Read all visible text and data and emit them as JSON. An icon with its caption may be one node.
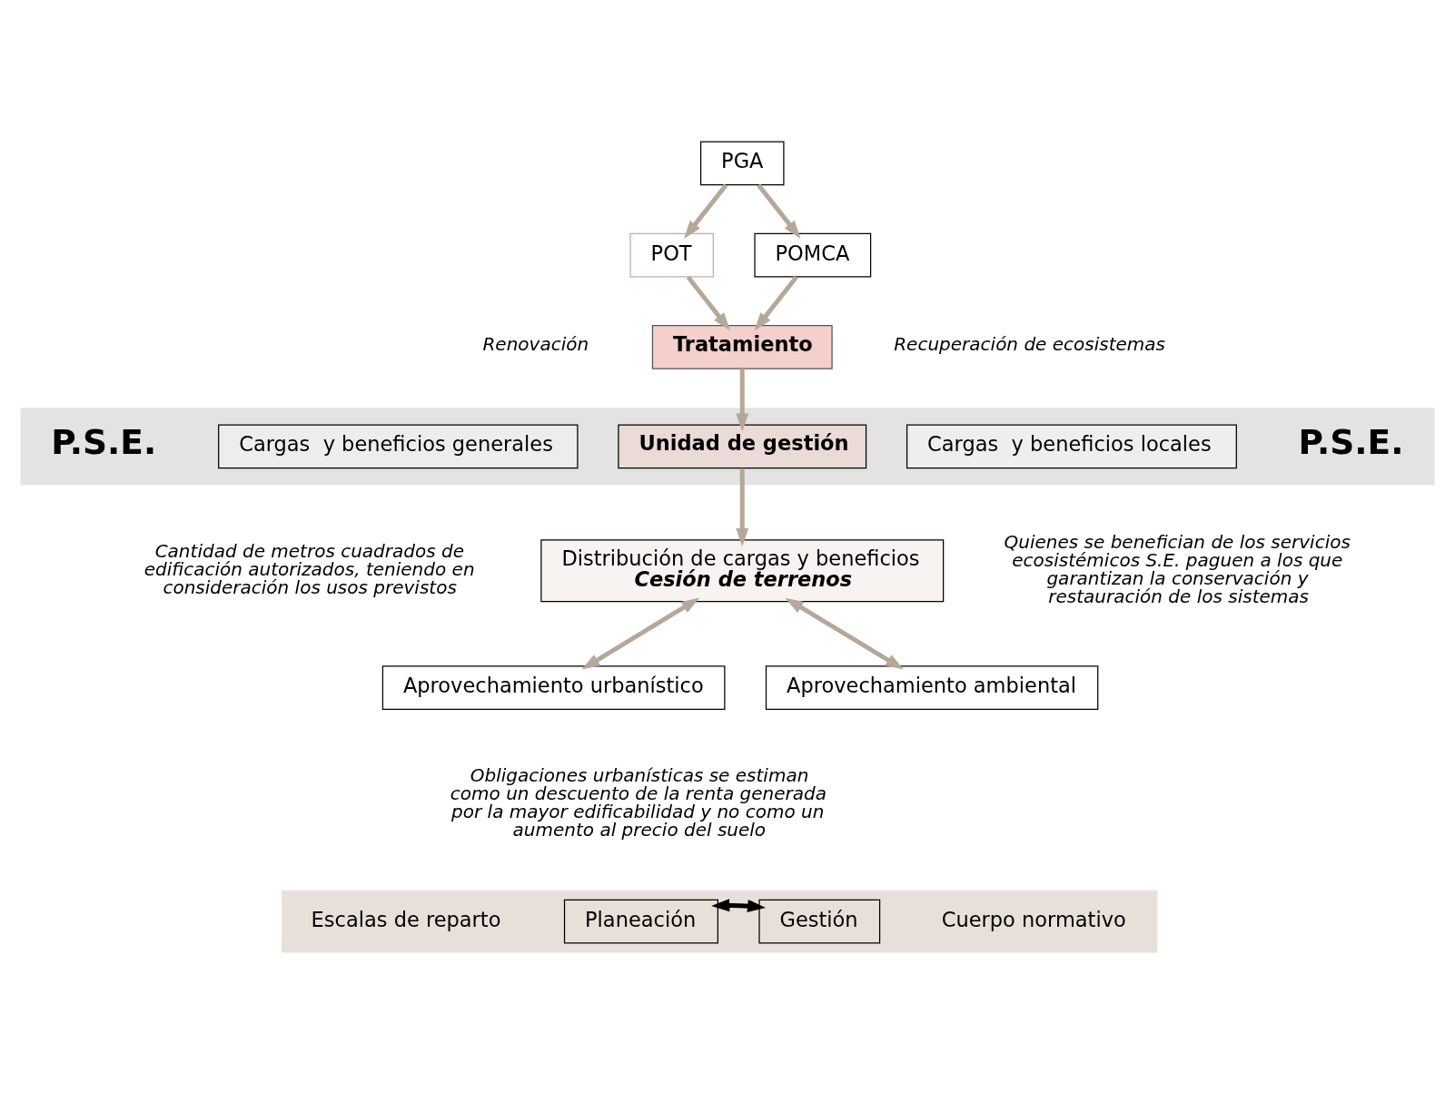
{
  "diagram": {
    "nodes": [
      {
        "text": [
          "PGA"
        ]
      },
      {
        "text": [
          "POT"
        ]
      },
      {
        "text": [
          "POMCA"
        ]
      },
      {
        "text": [
          "Tratamiento"
        ]
      },
      {
        "text": [
          "P.S.E.",
          "P.S.E."
        ]
      },
      {
        "text": [
          "Cargas  y beneficios generales"
        ],
        "in": 4
      },
      {
        "text": [
          "Unidad de gestión"
        ],
        "in": 4
      },
      {
        "text": [
          "Cargas  y beneficios locales"
        ],
        "in": 4
      },
      {
        "text": [
          "Distribución de cargas y beneficios",
          "Cesión de terrenos"
        ]
      },
      {
        "text": [
          "Aprovechamiento urbanístico"
        ]
      },
      {
        "text": [
          "Aprovechamiento ambiental"
        ]
      },
      {
        "text": [
          "Escalas de reparto",
          "Cuerpo normativo"
        ]
      },
      {
        "text": [
          "Planeación"
        ],
        "in": 11
      },
      {
        "text": [
          "Gestión"
        ],
        "in": 11
      }
    ],
    "edges": [
      {
        "from": 0,
        "to": 1,
        "arrow": "to"
      },
      {
        "from": 0,
        "to": 2,
        "arrow": "to"
      },
      {
        "from": 1,
        "to": 3,
        "arrow": "to"
      },
      {
        "from": 2,
        "to": 3,
        "arrow": "to"
      },
      {
        "from": 3,
        "to": 6,
        "arrow": "to"
      },
      {
        "from": 6,
        "to": 8,
        "arrow": "to"
      },
      {
        "from": 8,
        "to": 9,
        "arrow": "both"
      },
      {
        "from": 8,
        "to": 10,
        "arrow": "both"
      },
      {
        "from": 12,
        "to": 13,
        "arrow": "both",
        "color": "#000000"
      }
    ],
    "labels": [
      "Renovación",
      "Recuperación de ecosistemas",
      "Cantidad de metros cuadrados de edificación autorizados, teniendo en consideración los usos previstos",
      "Quienes se benefician de los servicios ecosistémicos S.E. paguen a los que garantizan la conservación y restauración de los sistemas",
      "Obligaciones urbanísticas se estiman como un descuento de la renta generada por la mayor edificabilidad y no como un aumento al precio del suelo"
    ]
  }
}
